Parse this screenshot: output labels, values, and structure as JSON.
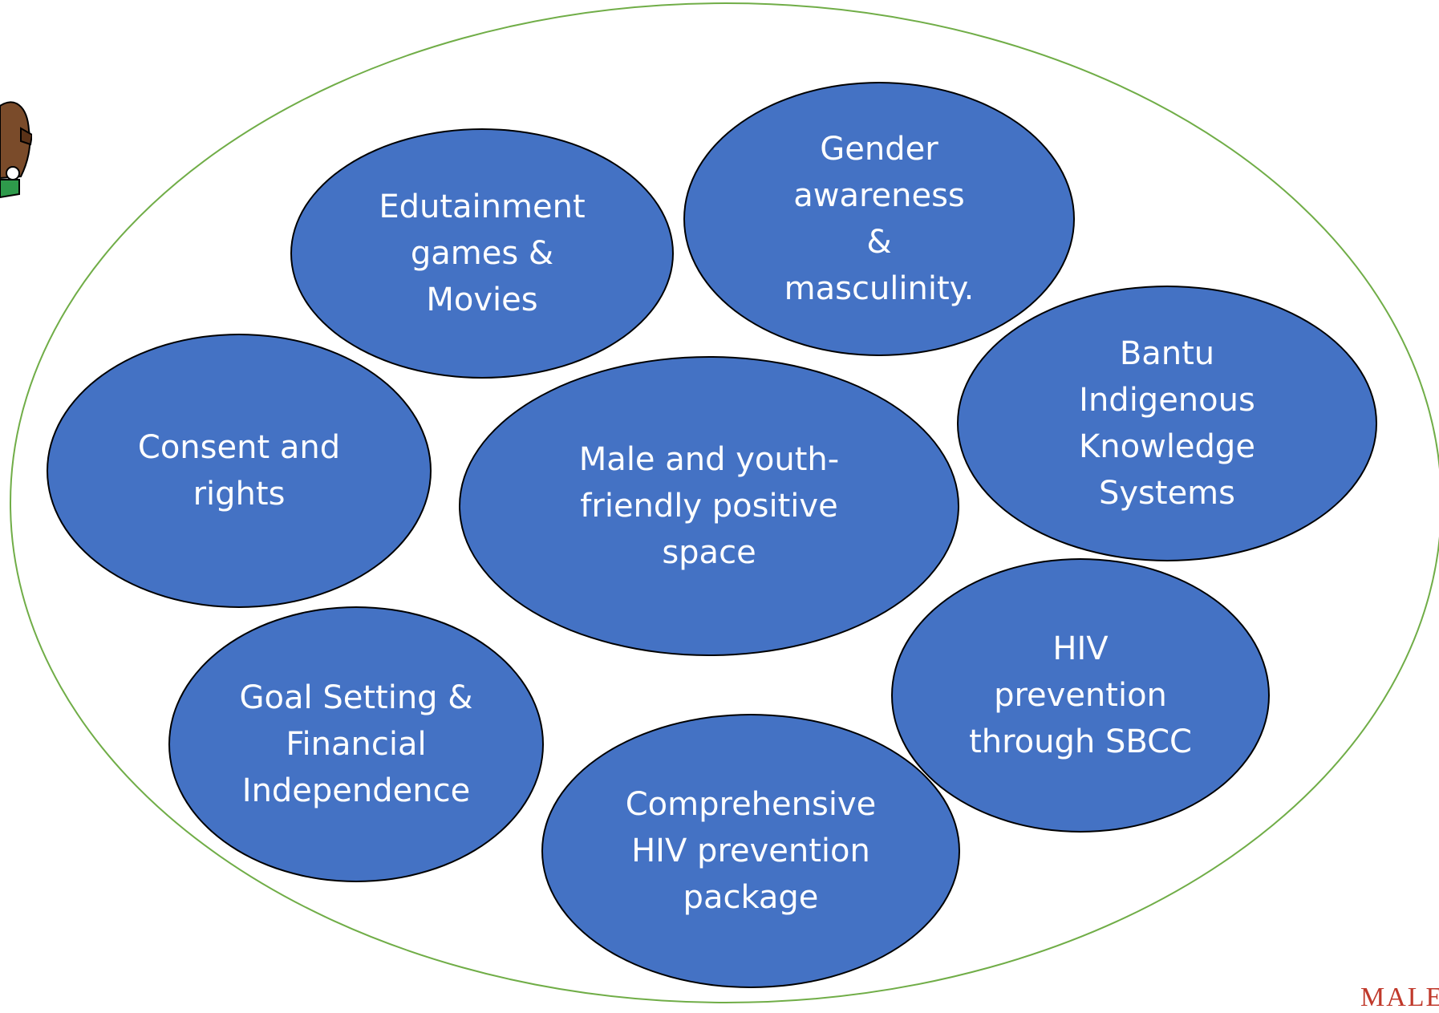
{
  "colors": {
    "outer_ring": "#70ad47",
    "bubble_fill": "#4472c4",
    "bubble_outline": "#000000",
    "bubble_text": "#ffffff",
    "brand": "#c0392b"
  },
  "bubbles": {
    "edutainment": "Edutainment\ngames &\nMovies",
    "gender": "Gender\nawareness\n&\nmasculinity.",
    "bantu": "Bantu\nIndigenous\nKnowledge\nSystems",
    "consent": "Consent and\nrights",
    "center": "Male  and youth-\nfriendly positive\nspace",
    "hiv_sbcc": "HIV\nprevention\nthrough SBCC",
    "goal": "Goal Setting &\nFinancial\nIndependence",
    "comprehensive": "Comprehensive\nHIV prevention\npackage"
  },
  "logo": {
    "icon": "mascot-figure-icon"
  },
  "footer": {
    "brand_partial": "MALE"
  }
}
